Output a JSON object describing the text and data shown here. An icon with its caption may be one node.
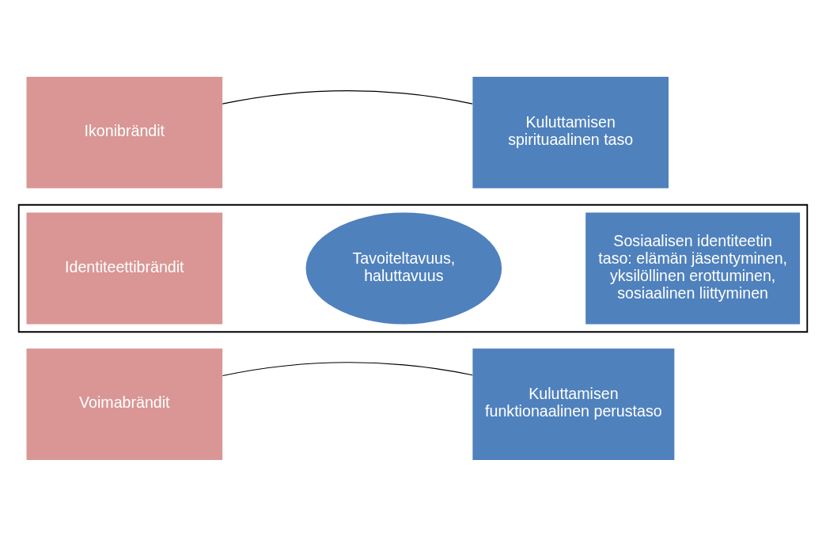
{
  "diagram": {
    "nodes": [
      {
        "text": [
          "Ikonibrändit"
        ]
      },
      {
        "text": [
          "Kuluttamisen spirituaalinen taso"
        ]
      },
      {
        "text": [],
        "shape": "box"
      },
      {
        "text": [
          "Identiteettibrändit"
        ],
        "in": 2
      },
      {
        "text": [
          "Tavoiteltavuus, haluttavuus"
        ],
        "in": 2
      },
      {
        "text": [
          "Sosiaalisen identiteetin taso: elämän jäsentyminen, yksilöllinen erottuminen, sosiaalinen liittyminen"
        ],
        "in": 2
      },
      {
        "text": [
          "Voimabrändit"
        ]
      },
      {
        "text": [
          "Kuluttamisen funktionaalinen perustaso"
        ]
      }
    ],
    "edges": [
      {
        "from": 0,
        "to": 1,
        "arrow": "none"
      },
      {
        "from": 6,
        "to": 7,
        "arrow": "none"
      }
    ]
  }
}
